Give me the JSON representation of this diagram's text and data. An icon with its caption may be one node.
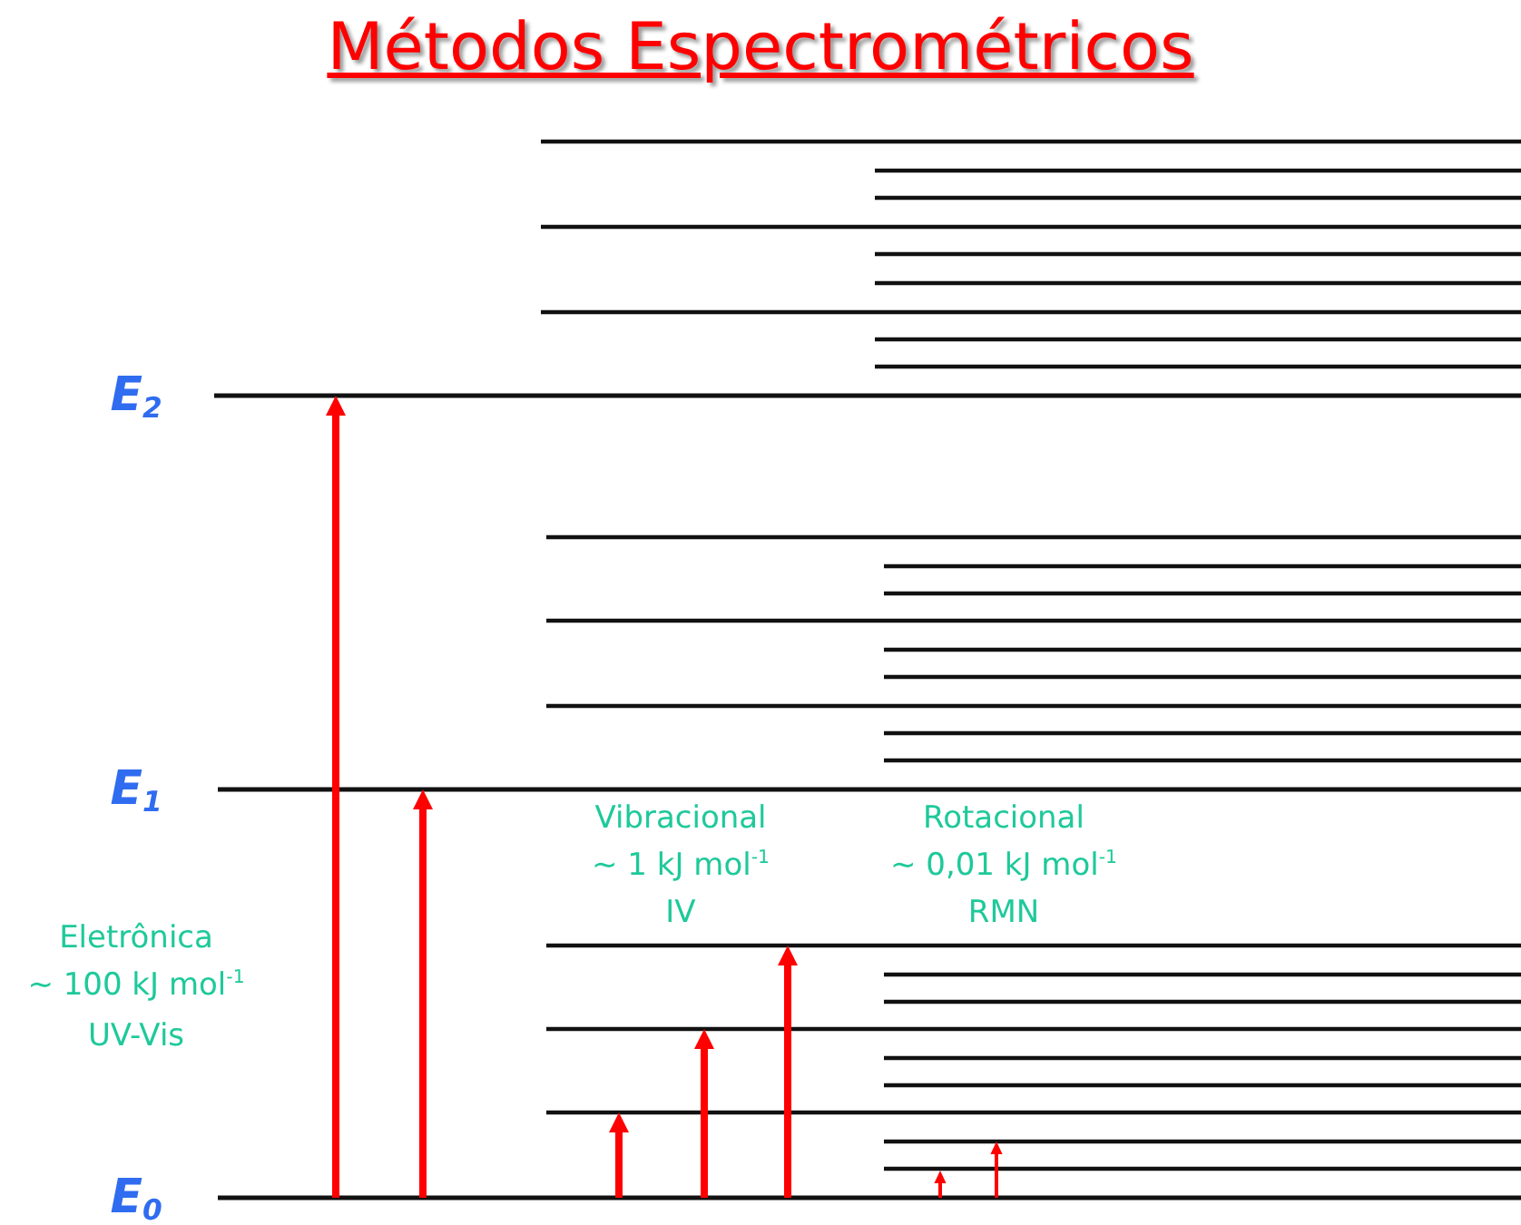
{
  "diagram": {
    "title": "Métodos Espectrométricos",
    "labels": [
      "E$_{2}$",
      "E$_{1}$",
      "E$_{0}$",
      "Vibracional",
      "~ 1 kJ mol$^{-1}$",
      "IV",
      "Rotacional",
      "~ 0,01 kJ mol$^{-1}$",
      "RMN",
      "Eletrônica",
      "~ 100 kJ mol$^{-1}$",
      "UV-Vis"
    ]
  }
}
